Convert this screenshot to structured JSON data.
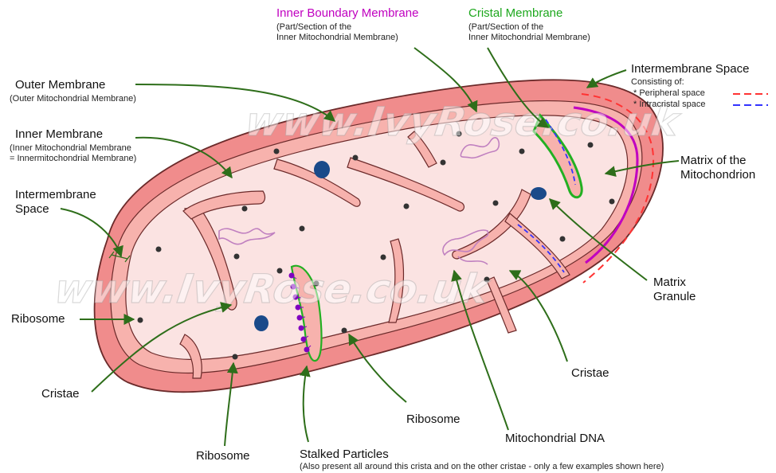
{
  "colors": {
    "outer_membrane": "#f08c8c",
    "intermembrane_space": "#f7b2ad",
    "matrix": "#fbe3e2",
    "membrane_edge": "#6b2a2a",
    "pointer": "#2e6e1a",
    "inner_boundary": "#c000c0",
    "cristal": "#22b022",
    "peripheral_space": "#ff3333",
    "intracristal_space": "#3333ff",
    "granule": "#1a4a8a",
    "ribosome": "#333333",
    "dna": "#c080c0",
    "stalked_particle": "#8000c0"
  },
  "watermark": "www.IvyRose.co.uk",
  "labels": {
    "inner_boundary": {
      "title": "Inner Boundary Membrane",
      "sub1": "(Part/Section of the",
      "sub2": "Inner Mitochondrial Membrane)"
    },
    "cristal": {
      "title": "Cristal Membrane",
      "sub1": "(Part/Section of the",
      "sub2": "Inner Mitochondrial Membrane)"
    },
    "intermembrane_right": {
      "title": "Intermembrane Space",
      "sub": "Consisting of:",
      "peripheral": "* Peripheral space",
      "intracristal": "* Intracristal space"
    },
    "outer_membrane": {
      "title": "Outer Membrane",
      "sub": "(Outer Mitochondrial Membrane)"
    },
    "inner_membrane": {
      "title": "Inner Membrane",
      "sub1": "(Inner Mitochondrial Membrane",
      "sub2": "= Innermitochondrial Membrane)"
    },
    "intermembrane_left": {
      "line1": "Intermembrane",
      "line2": "Space"
    },
    "ribosome_left": "Ribosome",
    "cristae_left": "Cristae",
    "ribosome_bottom_left": "Ribosome",
    "stalked": {
      "title": "Stalked Particles",
      "sub": "(Also present all around this crista and on the other cristae - only a few examples shown here)"
    },
    "ribosome_bottom_mid": "Ribosome",
    "mito_dna": "Mitochondrial DNA",
    "cristae_right": "Cristae",
    "matrix_granule": {
      "line1": "Matrix",
      "line2": "Granule"
    },
    "matrix": {
      "line1": "Matrix of the",
      "line2": "Mitochondrion"
    }
  }
}
